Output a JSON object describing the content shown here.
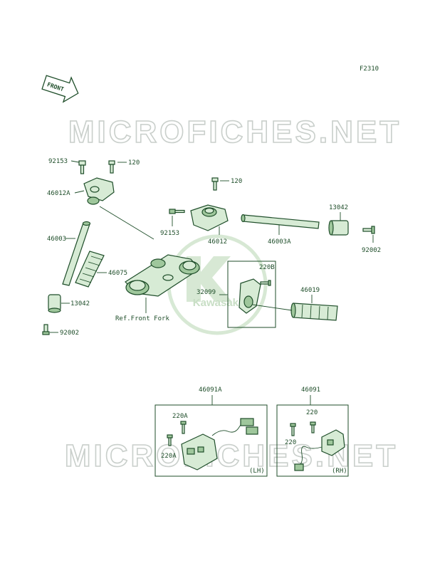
{
  "figure_code": "F2310",
  "front_tag": "FRONT",
  "watermark": "MICROFICHES.NET",
  "logo_text": "Kawasaki",
  "colors": {
    "line": "#1f4e2a",
    "fill": "#d7ebd5",
    "fill_dark": "#9fc79c",
    "watermark": "#c9cfcb",
    "logo": "#b7d7b2"
  },
  "parts": {
    "p92153_left": "92153",
    "p120_left": "120",
    "p46012A": "46012A",
    "p46003": "46003",
    "p46075": "46075",
    "p13042_left": "13042",
    "p92002_left": "92002",
    "p120_mid": "120",
    "p92153_mid": "92153",
    "p46012": "46012",
    "p46003A": "46003A",
    "p13042_right": "13042",
    "p92002_right": "92002",
    "p220B": "220B",
    "p32099": "32099",
    "p46019": "46019",
    "ref_front_fork": "Ref.Front Fork",
    "p46091A": "46091A",
    "p220A_top": "220A",
    "p220A_bottom": "220A",
    "lh": "(LH)",
    "p46091": "46091",
    "p220_top": "220",
    "p220_bottom": "220",
    "rh": "(RH)"
  }
}
